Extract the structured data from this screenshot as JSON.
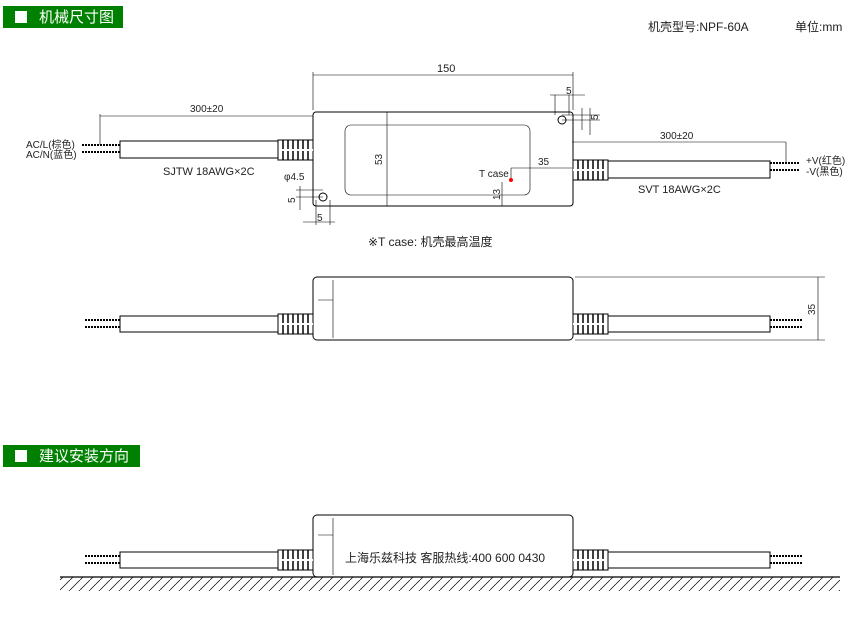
{
  "sections": [
    {
      "title": "机械尺寸图"
    },
    {
      "title": "建议安装方向"
    }
  ],
  "header": {
    "model": "机壳型号:NPF-60A",
    "unit": "单位:mm"
  },
  "top_view": {
    "length": "150",
    "input_cable_len": "300±20",
    "output_cable_len": "300±20",
    "hole_x": "5",
    "hole_y": "5",
    "hole_x2": "5",
    "hole_y2": "5",
    "hole_dia": "φ4.5",
    "height": "53",
    "tcase_x": "35",
    "tcase_y": "13",
    "tcase_label": "T case",
    "ac_l": "AC/L(棕色)",
    "ac_n": "AC/N(蓝色)",
    "v_pos": "+V(红色)",
    "v_neg": "-V(黑色)",
    "input_cable": "SJTW 18AWG×2C",
    "output_cable": "SVT 18AWG×2C",
    "note": "※T case: 机壳最高温度"
  },
  "side_view": {
    "thickness": "35"
  },
  "install_view": {
    "caption": "上海乐兹科技 客服热线:400 600 0430"
  },
  "colors": {
    "header_bg": "#008000",
    "tcase_dot": "#ff0000"
  }
}
